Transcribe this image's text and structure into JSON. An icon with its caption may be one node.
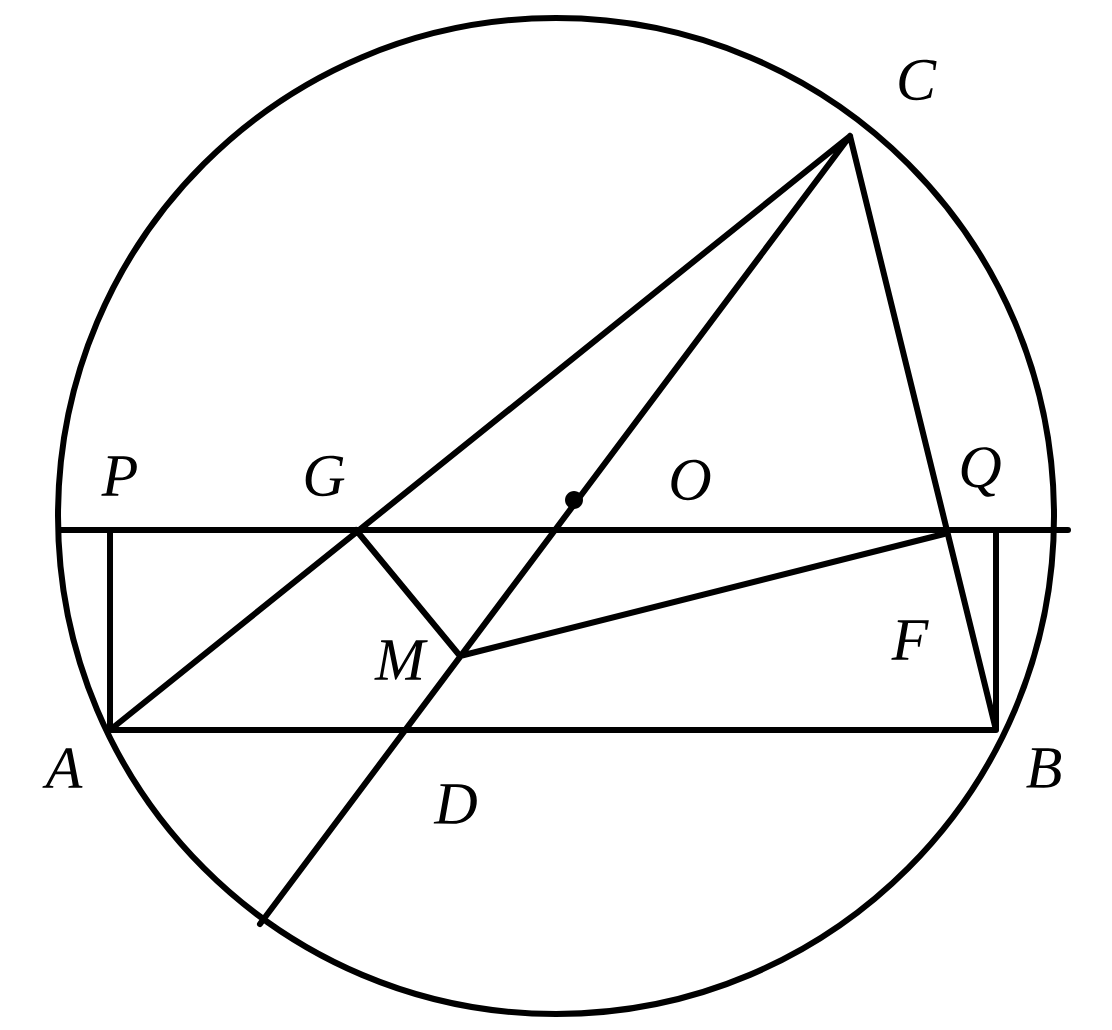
{
  "diagram": {
    "labels": [
      "C",
      "P",
      "G",
      "O",
      "Q",
      "M",
      "F",
      "A",
      "D",
      "B"
    ]
  }
}
